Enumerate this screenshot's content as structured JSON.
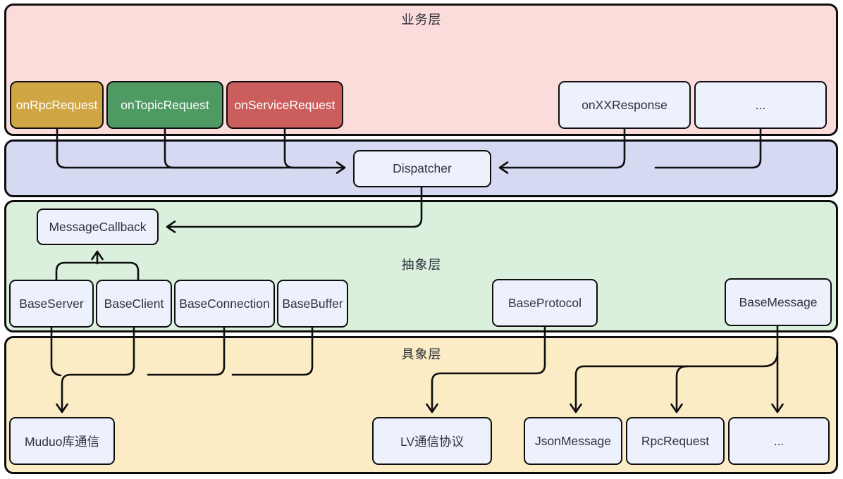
{
  "colors": {
    "business_layer_bg": "#fcdbdb",
    "dispatch_layer_bg": "#d6d9f2",
    "abstract_layer_bg": "#daf0dc",
    "concrete_layer_bg": "#fbecc6",
    "node_bg": "#edf1fb",
    "node_border": "#0e0e0e",
    "gold_node": "#d0a644",
    "green_node": "#4f9a62",
    "red_node": "#cb5d5d",
    "wire": "#0e0e0e"
  },
  "layers": {
    "business": {
      "label": "业务层",
      "boxes": [
        {
          "id": "onRpcRequest",
          "label": "onRpcRequest",
          "color": "#d0a644"
        },
        {
          "id": "onTopicRequest",
          "label": "onTopicRequest",
          "color": "#4f9a62"
        },
        {
          "id": "onServiceRequest",
          "label": "onServiceRequest",
          "color": "#cb5d5d"
        },
        {
          "id": "onXXResponse",
          "label": "onXXResponse"
        },
        {
          "id": "business-ellipsis",
          "label": "..."
        }
      ]
    },
    "dispatch": {
      "boxes": [
        {
          "id": "Dispatcher",
          "label": "Dispatcher"
        }
      ]
    },
    "abstract": {
      "label": "抽象层",
      "boxes": [
        {
          "id": "MessageCallback",
          "label": "MessageCallback"
        },
        {
          "id": "BaseServer",
          "label": "BaseServer"
        },
        {
          "id": "BaseClient",
          "label": "BaseClient"
        },
        {
          "id": "BaseConnection",
          "label": "BaseConnection"
        },
        {
          "id": "BaseBuffer",
          "label": "BaseBuffer"
        },
        {
          "id": "BaseProtocol",
          "label": "BaseProtocol"
        },
        {
          "id": "BaseMessage",
          "label": "BaseMessage"
        }
      ]
    },
    "concrete": {
      "label": "具象层",
      "boxes": [
        {
          "id": "MuduoComm",
          "label": "Muduo库通信"
        },
        {
          "id": "LVProtocol",
          "label": "LV通信协议"
        },
        {
          "id": "JsonMessage",
          "label": "JsonMessage"
        },
        {
          "id": "RpcRequest",
          "label": "RpcRequest"
        },
        {
          "id": "concrete-ellipsis",
          "label": "..."
        }
      ]
    }
  },
  "connections": [
    {
      "from": "onRpcRequest",
      "to": "Dispatcher"
    },
    {
      "from": "onTopicRequest",
      "to": "Dispatcher"
    },
    {
      "from": "onServiceRequest",
      "to": "Dispatcher"
    },
    {
      "from": "onXXResponse",
      "to": "Dispatcher"
    },
    {
      "from": "business-ellipsis",
      "to": "Dispatcher"
    },
    {
      "from": "Dispatcher",
      "to": "MessageCallback"
    },
    {
      "from": "BaseServer",
      "to": "MessageCallback"
    },
    {
      "from": "BaseClient",
      "to": "MessageCallback"
    },
    {
      "from": "BaseServer",
      "to": "MuduoComm"
    },
    {
      "from": "BaseClient",
      "to": "MuduoComm"
    },
    {
      "from": "BaseConnection",
      "to": "MuduoComm"
    },
    {
      "from": "BaseBuffer",
      "to": "MuduoComm"
    },
    {
      "from": "BaseProtocol",
      "to": "LVProtocol"
    },
    {
      "from": "BaseMessage",
      "to": "JsonMessage"
    },
    {
      "from": "BaseMessage",
      "to": "RpcRequest"
    },
    {
      "from": "BaseMessage",
      "to": "concrete-ellipsis"
    }
  ]
}
